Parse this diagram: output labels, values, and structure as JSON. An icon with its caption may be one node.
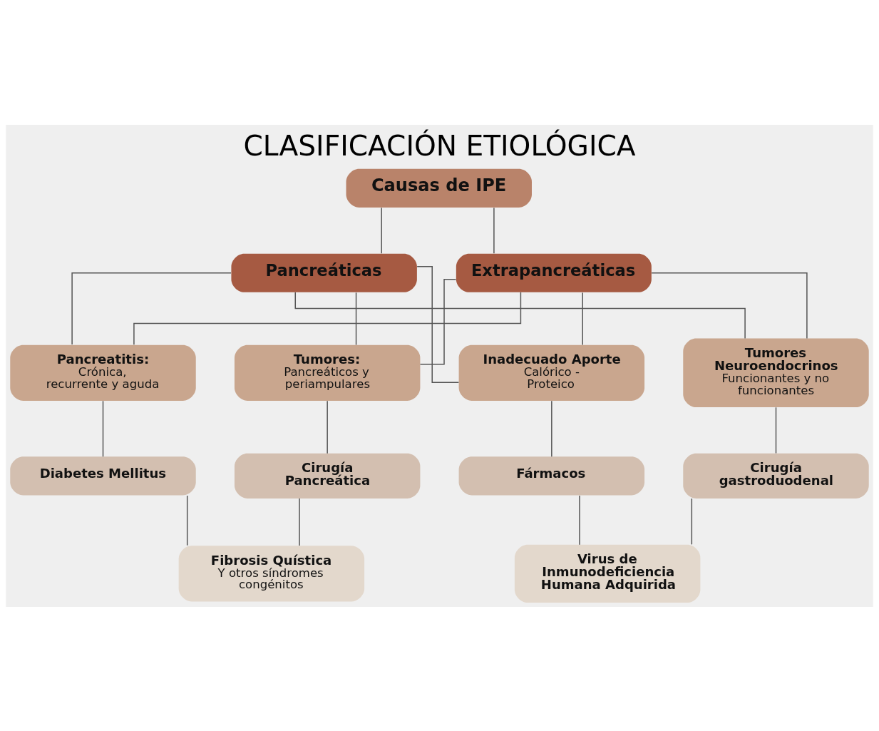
{
  "diagram": {
    "title": "CLASIFICACIÓN ETIOLÓGICA",
    "nodes": [
      {
        "text": [
          "Causas de IPE"
        ]
      },
      {
        "text": [
          "Pancreáticas"
        ]
      },
      {
        "text": [
          "Extrapancreáticas"
        ]
      },
      {
        "text": [
          "Pancreatitis:",
          "Crónica, recurrente y aguda"
        ]
      },
      {
        "text": [
          "Tumores:",
          "Pancreáticos y periampulares"
        ]
      },
      {
        "text": [
          "Inadecuado Aporte",
          "Calórico - Proteico"
        ]
      },
      {
        "text": [
          "Tumores Neuroendocrinos",
          "Funcionantes y no funcionantes"
        ]
      },
      {
        "text": [
          "Diabetes Mellitus"
        ]
      },
      {
        "text": [
          "Cirugía Pancreática"
        ]
      },
      {
        "text": [
          "Fármacos"
        ]
      },
      {
        "text": [
          "Cirugía gastroduodenal"
        ]
      },
      {
        "text": [
          "Fibrosis Quística",
          "Y otros síndromes congénitos"
        ]
      },
      {
        "text": [
          "Virus de Inmunodeficiencia Humana Adquirida"
        ]
      }
    ],
    "edges": [
      {
        "from": 0,
        "to": 1,
        "arrow": "none"
      },
      {
        "from": 0,
        "to": 2,
        "arrow": "none"
      },
      {
        "from": 1,
        "to": 3,
        "arrow": "none"
      },
      {
        "from": 1,
        "to": 4,
        "arrow": "none"
      },
      {
        "from": 1,
        "to": 5,
        "arrow": "none"
      },
      {
        "from": 1,
        "to": 6,
        "arrow": "none"
      },
      {
        "from": 2,
        "to": 3,
        "arrow": "none"
      },
      {
        "from": 2,
        "to": 4,
        "arrow": "none"
      },
      {
        "from": 2,
        "to": 5,
        "arrow": "none"
      },
      {
        "from": 2,
        "to": 6,
        "arrow": "none"
      },
      {
        "from": 3,
        "to": 7,
        "arrow": "none"
      },
      {
        "from": 4,
        "to": 8,
        "arrow": "none"
      },
      {
        "from": 5,
        "to": 9,
        "arrow": "none"
      },
      {
        "from": 6,
        "to": 10,
        "arrow": "none"
      },
      {
        "from": 7,
        "to": 11,
        "arrow": "none"
      },
      {
        "from": 8,
        "to": 11,
        "arrow": "none"
      },
      {
        "from": 9,
        "to": 12,
        "arrow": "none"
      },
      {
        "from": 10,
        "to": 12,
        "arrow": "none"
      }
    ]
  }
}
